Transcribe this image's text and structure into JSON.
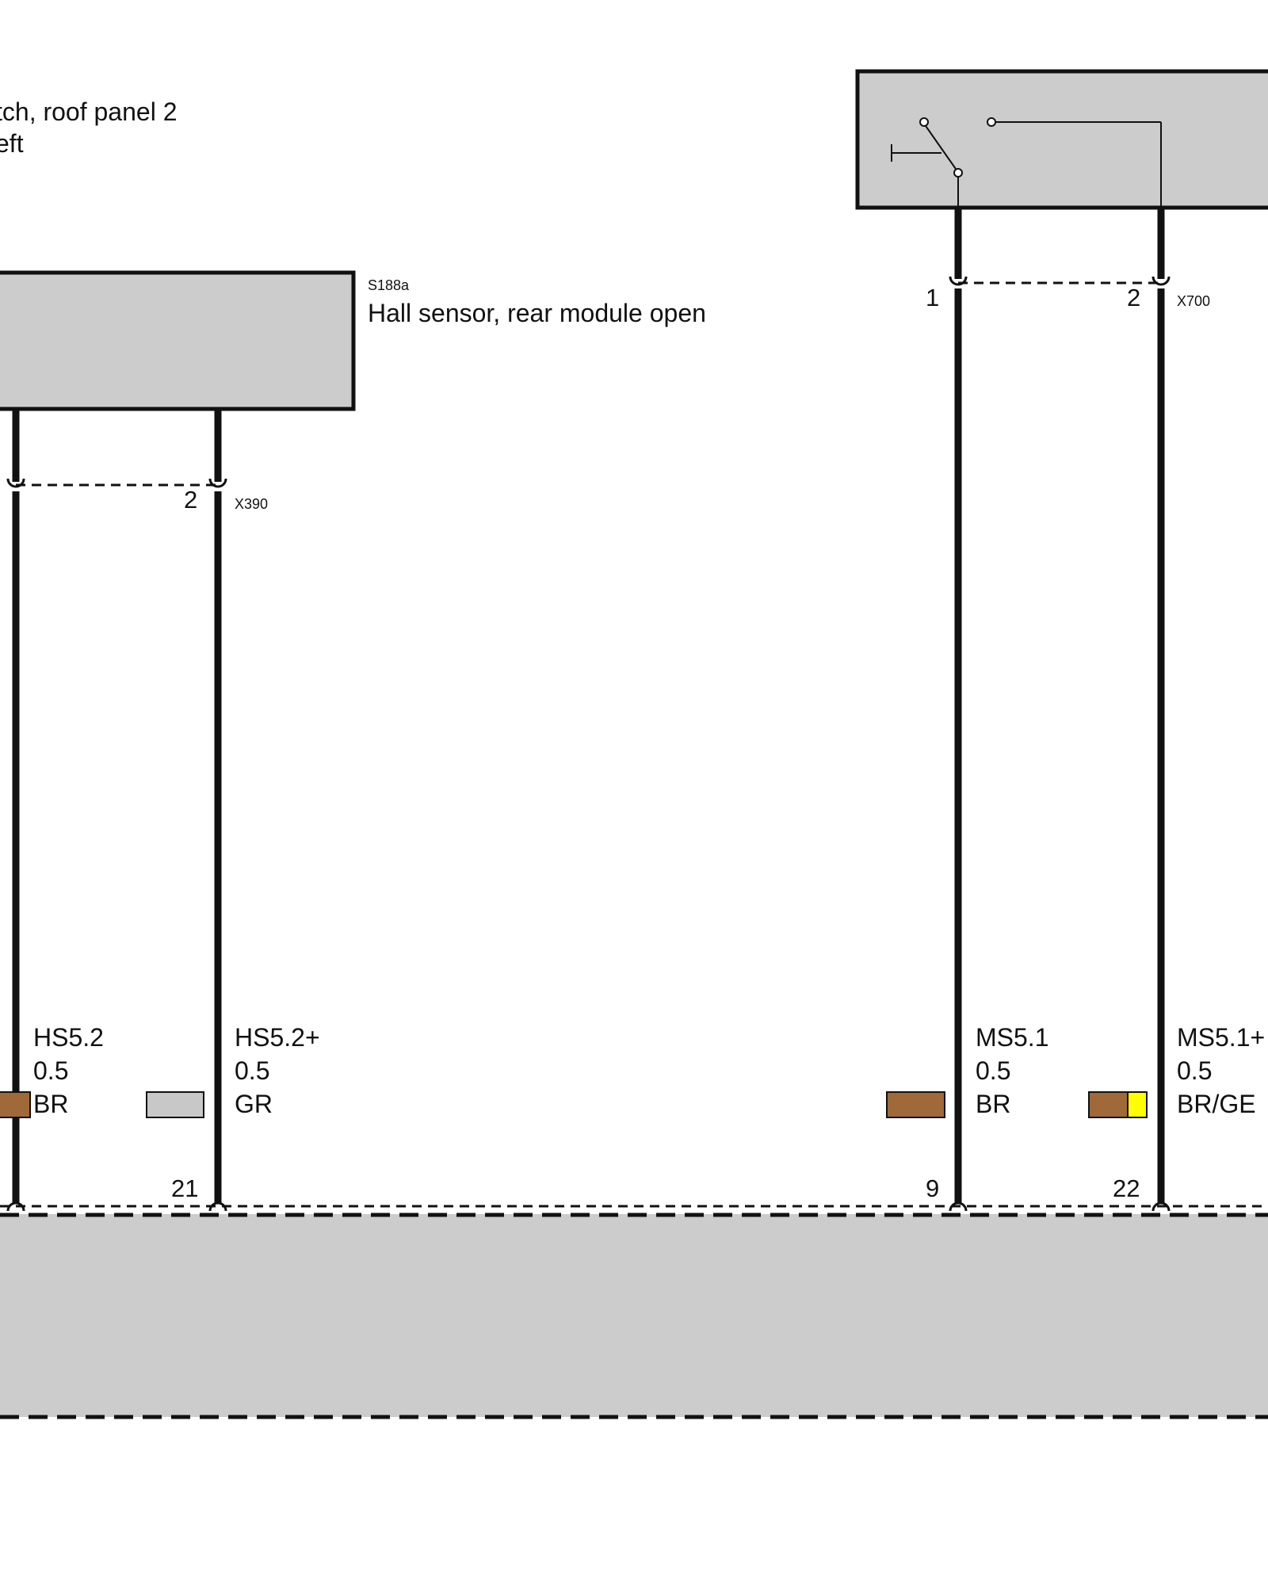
{
  "components": {
    "switch_partial_label_line1": "tch, roof panel 2",
    "switch_partial_label_line2": "eft",
    "hall_sensor": {
      "code": "S188a",
      "name": "Hall sensor, rear module open"
    }
  },
  "connectors": {
    "x390": {
      "name": "X390",
      "pin_2": "2"
    },
    "x700": {
      "name": "X700",
      "pin_1": "1",
      "pin_2": "2"
    }
  },
  "wires": [
    {
      "id": "hs52",
      "signal": "HS5.2",
      "gauge": "0.5",
      "color_code": "BR",
      "pin": "",
      "swatch": [
        "#a0693a"
      ]
    },
    {
      "id": "hs52p",
      "signal": "HS5.2+",
      "gauge": "0.5",
      "color_code": "GR",
      "pin": "21",
      "swatch": [
        "#c8c8c8"
      ]
    },
    {
      "id": "ms51",
      "signal": "MS5.1",
      "gauge": "0.5",
      "color_code": "BR",
      "pin": "9",
      "swatch": [
        "#a0693a"
      ]
    },
    {
      "id": "ms51p",
      "signal": "MS5.1+",
      "gauge": "0.5",
      "color_code": "BR/GE",
      "pin": "22",
      "swatch": [
        "#a0693a",
        "#ffff00"
      ]
    }
  ],
  "colors": {
    "component_fill": "#cccccc",
    "wire": "#111111",
    "brown": "#a0693a",
    "grey": "#c8c8c8",
    "yellow": "#ffff00"
  }
}
